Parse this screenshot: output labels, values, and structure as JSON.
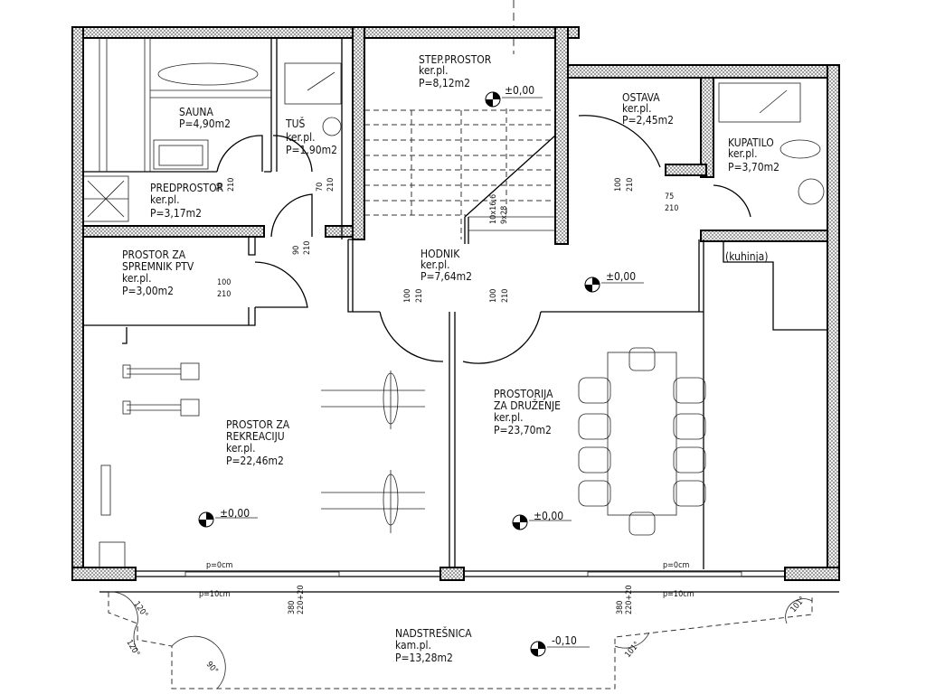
{
  "rooms": {
    "sauna": {
      "name": "SAUNA",
      "area": "P=4,90m2"
    },
    "tus": {
      "name": "TUŠ",
      "floor": "ker.pl.",
      "area": "P=1,90m2"
    },
    "predprostor": {
      "name": "PREDPROSTOR",
      "floor": "ker.pl.",
      "area": "P=3,17m2"
    },
    "spremnik": {
      "name1": "PROSTOR ZA",
      "name2": "SPREMNIK PTV",
      "floor": "ker.pl.",
      "area": "P=3,00m2"
    },
    "stepprostor": {
      "name": "STEP.PROSTOR",
      "floor": "ker.pl.",
      "area": "P=8,12m2"
    },
    "ostava": {
      "name": "OSTAVA",
      "floor": "ker.pl.",
      "area": "P=2,45m2"
    },
    "kupatilo": {
      "name": "KUPATILO",
      "floor": "ker.pl.",
      "area": "P=3,70m2"
    },
    "hodnik": {
      "name": "HODNIK",
      "floor": "ker.pl.",
      "area": "P=7,64m2"
    },
    "kuhinja": {
      "name": "(kuhinja)"
    },
    "rekreacija": {
      "name1": "PROSTOR ZA",
      "name2": "REKREACIJU",
      "floor": "ker.pl.",
      "area": "P=22,46m2"
    },
    "druzenje": {
      "name1": "PROSTORIJA",
      "name2": "ZA DRUŽENJE",
      "floor": "ker.pl.",
      "area": "P=23,70m2"
    },
    "nadstresnica": {
      "name": "NADSTREŠNICA",
      "floor": "kam.pl.",
      "area": "P=13,28m2"
    }
  },
  "levels": {
    "stair": "±0,00",
    "hall": "±0,00",
    "rec": "±0,00",
    "social": "±0,00",
    "canopy": "-0,10"
  },
  "doors": {
    "d70a": [
      "70",
      "210"
    ],
    "d70b": [
      "70",
      "210"
    ],
    "d90": [
      "90",
      "210"
    ],
    "d100": [
      "100",
      "210"
    ],
    "d100b": [
      "100",
      "210"
    ],
    "d100c": [
      "100",
      "210"
    ],
    "d100d": [
      "100",
      "210"
    ],
    "d75": [
      "75",
      "210"
    ],
    "stairs": [
      "10x16,6",
      "9x28"
    ]
  },
  "windows": {
    "p0": "p=0cm",
    "p10": "p=10cm",
    "w1": "380",
    "w2": "220+20"
  },
  "angles": {
    "a120": "120°",
    "a90": "90°",
    "a101": "101°"
  }
}
